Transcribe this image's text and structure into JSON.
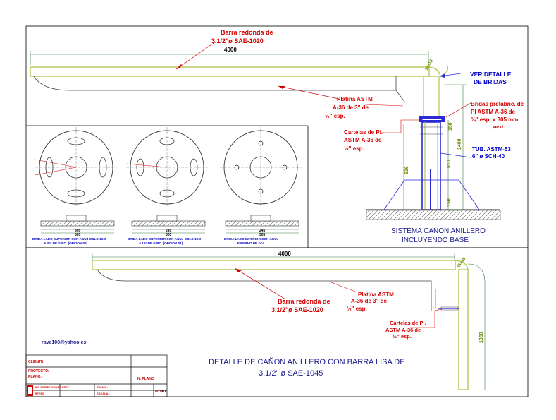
{
  "colors": {
    "frame": "#000000",
    "pipe": "#b5c85a",
    "dimension": "#3a7a3a",
    "label_red": "#d40000",
    "label_blue": "#0000c8",
    "tube_blue": "#2a2ad8",
    "ground": "#555555"
  },
  "top_view": {
    "label_bar": {
      "line1": "Barra redonda de",
      "line2": "3.1/2\"ø SAE-1020"
    },
    "dim_length": "4000",
    "dim_small": "15x15",
    "label_platina": {
      "line1": "Platina ASTM",
      "line2": "A-36 de 3\" de",
      "line3": "½\" esp."
    },
    "label_cartelas": {
      "line1": "Cartelas de Pl.",
      "line2": "ASTM A-36 de",
      "line3": "½\" esp."
    }
  },
  "column": {
    "label_ver_detalle": {
      "line1": "VER DETALLE",
      "line2": "DE BRIDAS"
    },
    "label_bridas": {
      "line1": "Bridas prefabric. de",
      "line2": "Pl ASTM A-36 de",
      "line3": "¾\" esp. x 305 mm.",
      "line4": "øext."
    },
    "label_tub": {
      "line1": "TUB. ASTM-53",
      "line2": "6\" ø SCH-40"
    },
    "dims": {
      "d150a": "150",
      "d1400": "1400",
      "d810": "810",
      "d916": "916",
      "d150b": "150"
    },
    "title": {
      "line1": "SISTEMA CAÑON ANILLERO",
      "line2": "INCLUYENDO BASE"
    }
  },
  "flanges": [
    {
      "caption1": "BRIDA LADO SUPERIOR CON AGUJ OBLONGO",
      "caption2": "A 30° DE GIRO. (OPCION 02)",
      "dim_a": "305",
      "dim_b": "305"
    },
    {
      "caption1": "BRIDA LADO SUPERIOR CON AGUJ OBLONGO",
      "caption2": "A 15° DE GIRO. (OPCION 01)",
      "dim_a": "245",
      "dim_b": "305"
    },
    {
      "caption1": "BRIDA LADO INFERIOR CON AGUJ",
      "caption2": "F/PERNO DE ½\"ø",
      "dim_a": "245",
      "dim_b": "305"
    }
  ],
  "bottom_view": {
    "dim_length": "4000",
    "dim_small": "15x15",
    "label_bar": {
      "line1": "Barra redonda de",
      "line2": "3.1/2\"ø SAE-1020"
    },
    "label_platina": {
      "line1": "Platina ASTM",
      "line2": "A-36 de 3\" de",
      "line3": "½\" esp."
    },
    "label_cartelas": {
      "line1": "Cartelas de Pl.",
      "line2": "ASTM A-36 de",
      "line3": "½\" esp."
    },
    "dim_vertical": "1350"
  },
  "email": "rave100@yahoo.es",
  "main_title": {
    "line1": "DETALLE DE CAÑON ANILLERO CON BARRA LISA DE",
    "line2": "3.1/2\" ø SAE-1045"
  },
  "title_block": {
    "cliente": "CLIENTE:",
    "proyecto": "PROYECTO:",
    "plano": "PLANO:",
    "n_plano": "N. PLANO",
    "dibujo": "ING. ROBERT VASQUEZ",
    "reviso": "REVISO",
    "esc": "ESC.:",
    "fecha": "FECHA :",
    "escala": "ESCALA :",
    "hoja": "HOJA",
    "hoja_n": "1/1"
  }
}
